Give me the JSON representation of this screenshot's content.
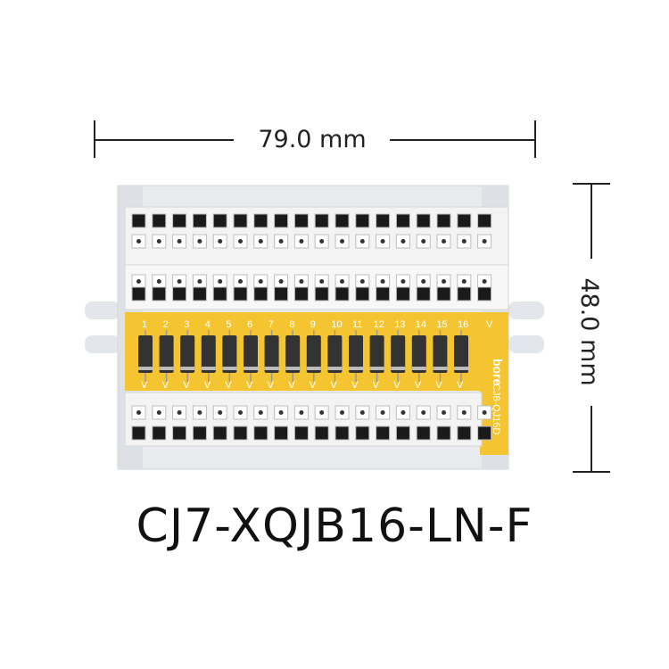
{
  "dimensions": {
    "width_label": "79.0 mm",
    "height_label": "48.0 mm"
  },
  "product": {
    "model": "CJ7-XQJB16-LN-F",
    "brand": "bore",
    "board_code": "CJ8-QJ16D"
  },
  "channels": [
    "1",
    "2",
    "3",
    "4",
    "5",
    "6",
    "7",
    "8",
    "9",
    "10",
    "11",
    "12",
    "13",
    "14",
    "15",
    "16"
  ],
  "v_marker": "V",
  "colors": {
    "rail": "#e6e8ec",
    "terminal_body": "#f1f1f1",
    "pcb": "#f4c531",
    "pcb_text": "#ffffff",
    "diode_body": "#333333",
    "text": "#222222"
  }
}
